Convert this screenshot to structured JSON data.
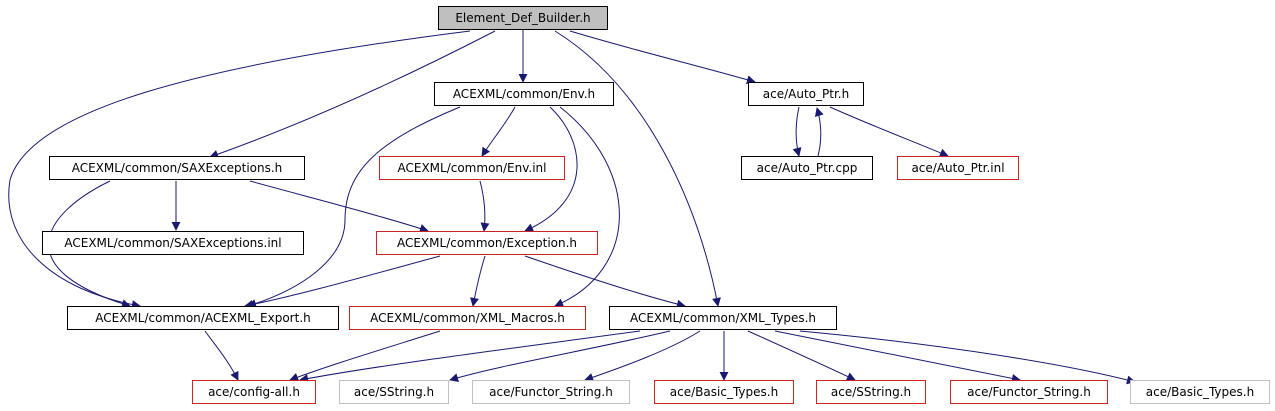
{
  "colors": {
    "edge": "#191970",
    "root_fill": "#bfbfbf",
    "box_border": "#000000",
    "red_border": "#cc2222",
    "grey_border": "#c0c0c0"
  },
  "nodes": {
    "root": "Element_Def_Builder.h",
    "env_h": "ACEXML/common/Env.h",
    "auto_ptr_h": "ace/Auto_Ptr.h",
    "saxexceptions_h": "ACEXML/common/SAXExceptions.h",
    "env_inl": "ACEXML/common/Env.inl",
    "auto_ptr_cpp": "ace/Auto_Ptr.cpp",
    "auto_ptr_inl": "ace/Auto_Ptr.inl",
    "saxexceptions_inl": "ACEXML/common/SAXExceptions.inl",
    "exception_h": "ACEXML/common/Exception.h",
    "acexml_export_h": "ACEXML/common/ACEXML_Export.h",
    "xml_macros_h": "ACEXML/common/XML_Macros.h",
    "xml_types_h": "ACEXML/common/XML_Types.h",
    "config_all_h": "ace/config-all.h",
    "sstring_h_a": "ace/SString.h",
    "functor_string_h_a": "ace/Functor_String.h",
    "basic_types_h_a": "ace/Basic_Types.h",
    "sstring_h_b": "ace/SString.h",
    "functor_string_h_b": "ace/Functor_String.h",
    "basic_types_h_b": "ace/Basic_Types.h"
  }
}
